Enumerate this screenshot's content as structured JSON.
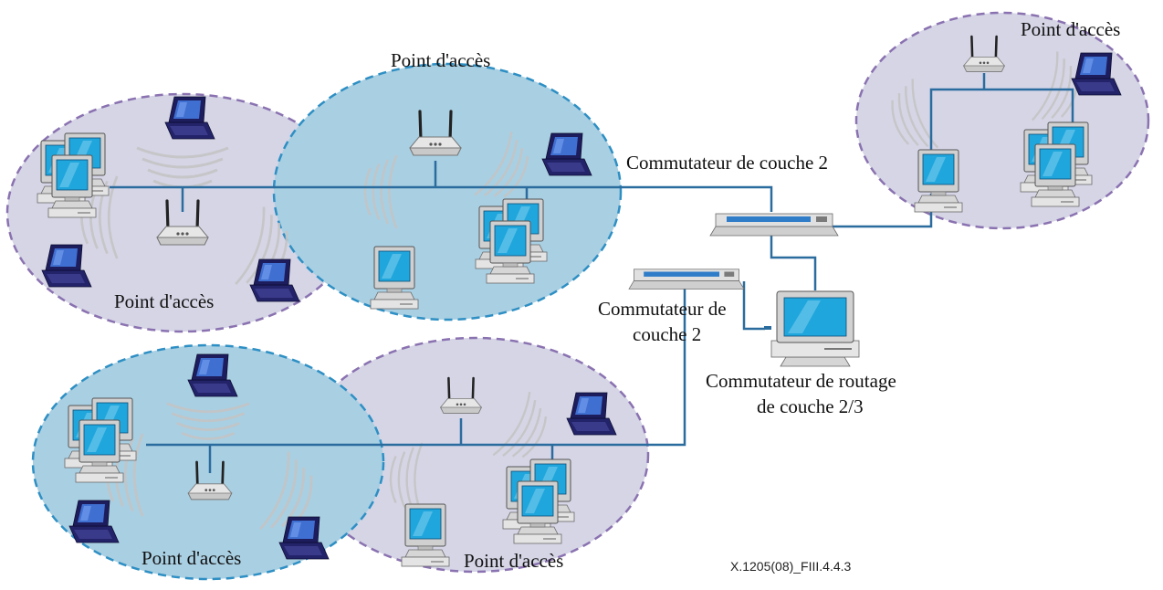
{
  "labels": {
    "ap_top_center": "Point d'accès",
    "ap_top_right": "Point d'accès",
    "ap_upper_left": "Point d'accès",
    "ap_lower_left": "Point d'accès",
    "ap_lower_center": "Point d'accès",
    "switch_l2_right": "Commutateur de couche 2",
    "switch_l2_left_line1": "Commutateur de",
    "switch_l2_left_line2": "couche 2",
    "router_line1": "Commutateur de routage",
    "router_line2": "de couche 2/3",
    "figure_ref": "X.1205(08)_FIII.4.4.3"
  },
  "colors": {
    "cell_purple_fill": "#d5d5e6",
    "cell_purple_border": "#8a72b0",
    "cell_blue_fill": "#a9cfe2",
    "cell_blue_border": "#2e8fc4",
    "link_line": "#2b6c9e",
    "laptop_body": "#1d1d5e",
    "laptop_screen": "#3f6fd0",
    "monitor_screen": "#1fa6dc",
    "device_gray": "#c8c8c8",
    "wave_gray": "#c4c4c4"
  },
  "icons": {
    "access_point": "wireless-access-point-icon",
    "laptop": "laptop-icon",
    "desktop": "desktop-computer-icon",
    "switch": "network-switch-icon",
    "router": "router-workstation-icon"
  }
}
